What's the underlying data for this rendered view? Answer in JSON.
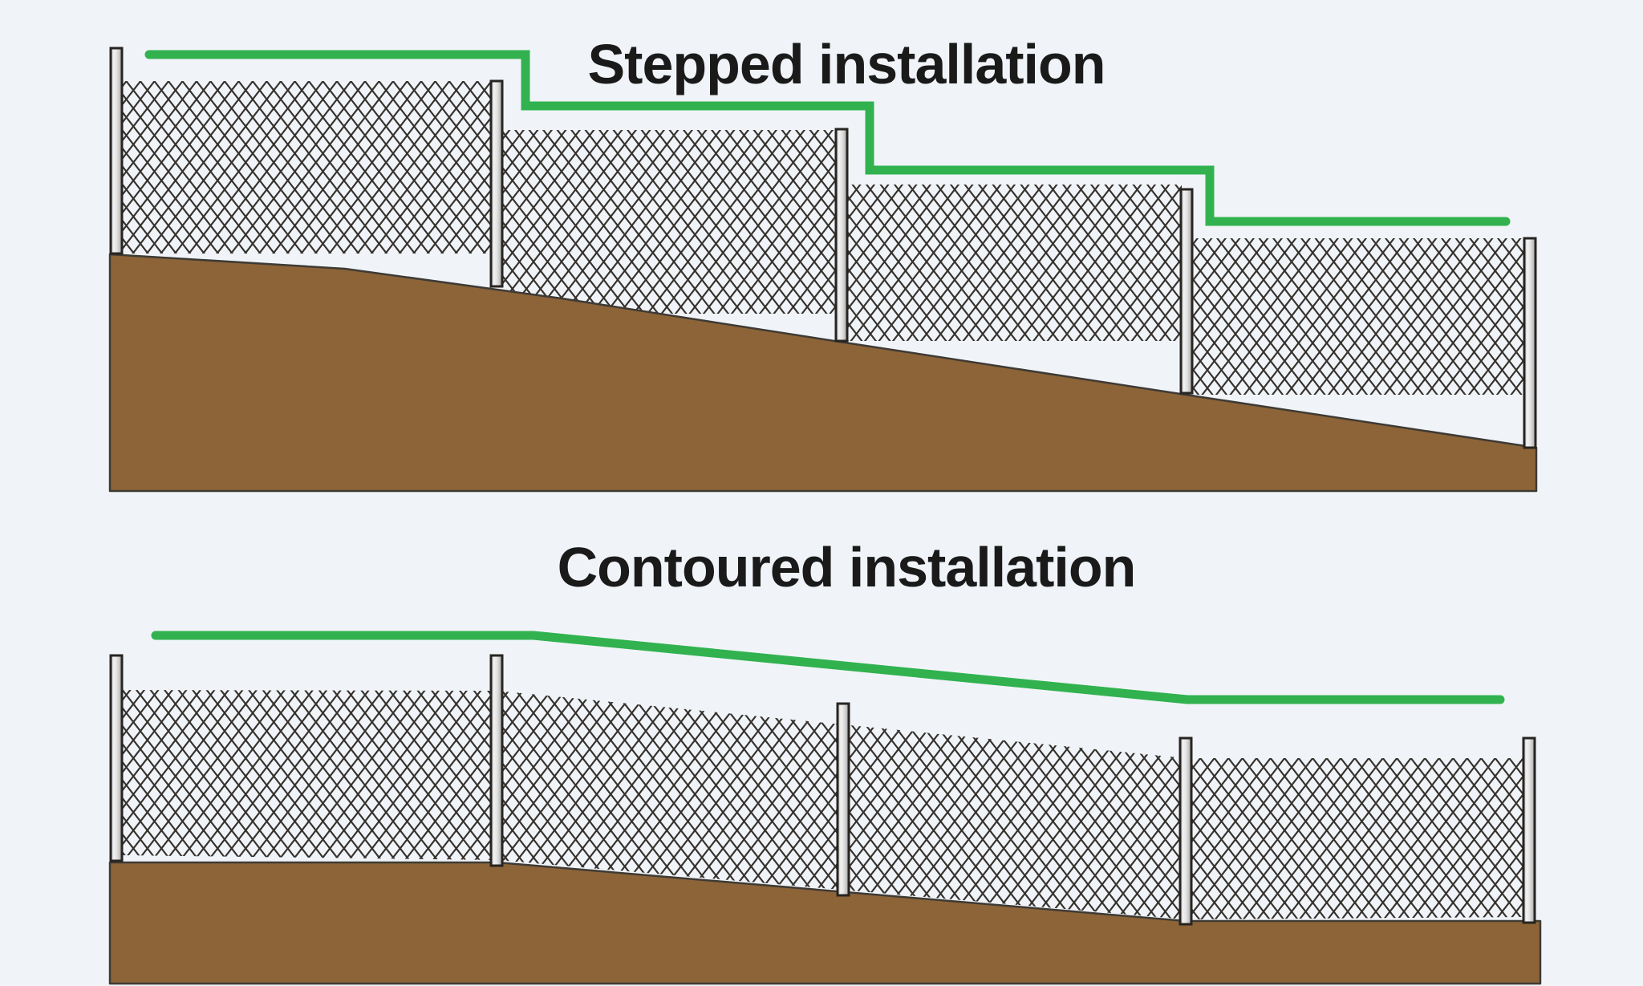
{
  "canvas": {
    "background": "#f0f4f8"
  },
  "colors": {
    "guide_green": "#31b24f",
    "ground_brown": "#8c6437",
    "ground_outline": "#3e3a35",
    "mesh_wire": "#35312d",
    "post_outline": "#272421",
    "title_text": "#1a1a1a"
  },
  "diagrams": {
    "stepped": {
      "title": "Stepped installation",
      "post_count": 5,
      "mesh_panel_count": 4,
      "guide_line_style": "stepped"
    },
    "contoured": {
      "title": "Contoured installation",
      "post_count": 5,
      "mesh_panel_count": 1,
      "guide_line_style": "contoured"
    }
  }
}
